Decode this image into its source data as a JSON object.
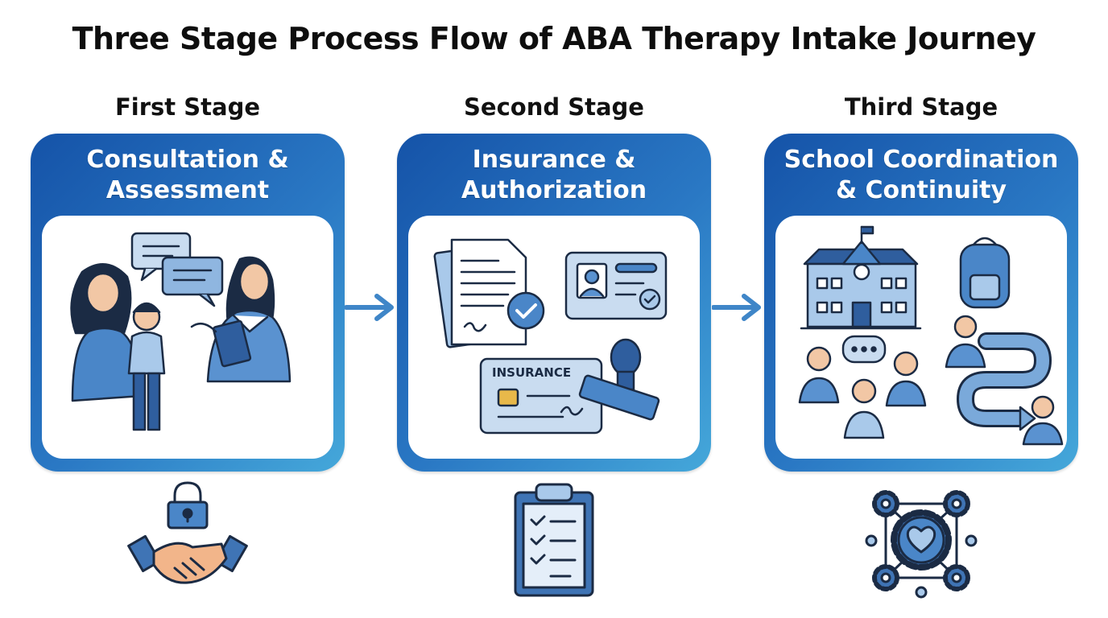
{
  "title": "Three Stage Process Flow of ABA Therapy Intake Journey",
  "stages": [
    {
      "label": "First Stage",
      "heading_line1": "Consultation &",
      "heading_line2": "Assessment"
    },
    {
      "label": "Second Stage",
      "heading_line1": "Insurance &",
      "heading_line2": "Authorization",
      "card_text": "INSURANCE"
    },
    {
      "label": "Third Stage",
      "heading_line1": "School Coordination",
      "heading_line2": "& Continuity"
    }
  ],
  "colors": {
    "dark_blue": "#1553a8",
    "light_blue": "#45a8da",
    "icon_blue": "#3f74b5",
    "icon_fill": "#a9c9ea"
  },
  "icons": [
    "consultation-illustration",
    "lock-handshake-icon",
    "insurance-documents-illustration",
    "clipboard-checklist-icon",
    "school-coordination-illustration",
    "gear-network-heart-icon"
  ]
}
